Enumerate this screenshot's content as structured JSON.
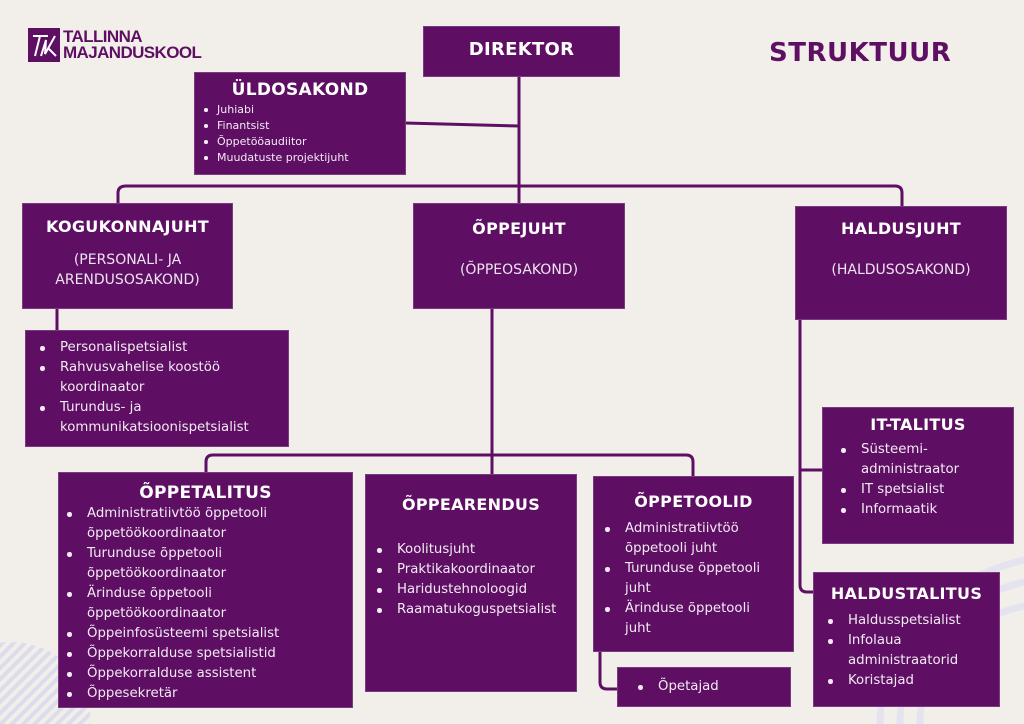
{
  "colors": {
    "primary": "#5e0f63",
    "background": "#f2efea",
    "text_on_primary": "#ffffff"
  },
  "logo": {
    "line1": "TALLINNA",
    "line2": "MAJANDUSKOOL",
    "icon": "tmk-monogram-icon"
  },
  "page_title": "STRUKTUUR",
  "direktor": {
    "title": "DIREKTOR"
  },
  "uldosakond": {
    "title": "ÜLDOSAKOND",
    "items": [
      "Juhiabi",
      "Finantsist",
      "Õppetööaudiitor",
      "Muudatuste projektijuht"
    ]
  },
  "kogukonnajuht": {
    "title": "KOGUKONNAJUHT",
    "subtitle_line1": "(PERSONALI- JA",
    "subtitle_line2": "ARENDUSOSAKOND)",
    "items": [
      "Personalispetsialist",
      "Rahvusvahelise koostöö koordinaator",
      "Turundus- ja kommunikatsioonispetsialist"
    ]
  },
  "oppejuht": {
    "title": "ÕPPEJUHT",
    "subtitle": "(ÕPPEOSAKOND)"
  },
  "haldusjuht": {
    "title": "HALDUSJUHT",
    "subtitle": "(HALDUSOSAKOND)"
  },
  "it_talitus": {
    "title": "IT-TALITUS",
    "items": [
      "Süsteemi-administraator",
      "IT spetsialist",
      "Informaatik"
    ]
  },
  "haldustalitus": {
    "title": "HALDUSTALITUS",
    "items": [
      "Haldusspetsialist",
      "Infolaua administraatorid",
      "Koristajad"
    ]
  },
  "oppetalitus": {
    "title": "ÕPPETALITUS",
    "items": [
      "Administratiivtöö õppetooli õppetöökoordinaator",
      "Turunduse õppetooli õppetöökoordinaator",
      "Ärinduse õppetooli õppetöökoordinaator",
      "Õppeinfosüsteemi spetsialist",
      "Õppekorralduse spetsialistid",
      "Õppekorralduse assistent",
      "Õppesekretär"
    ]
  },
  "opparendus": {
    "title": "ÕPPEARENDUS",
    "items": [
      "Koolitusjuht",
      "Praktikakoordinaator",
      "Haridustehnoloogid",
      "Raamatukoguspetsialist"
    ]
  },
  "oppetoolid": {
    "title": "ÕPPETOOLID",
    "items": [
      "Administratiivtöö õppetooli juht",
      "Turunduse õppetooli juht",
      "Ärinduse õppetooli juht"
    ]
  },
  "opetajad": {
    "items": [
      "Õpetajad"
    ]
  }
}
